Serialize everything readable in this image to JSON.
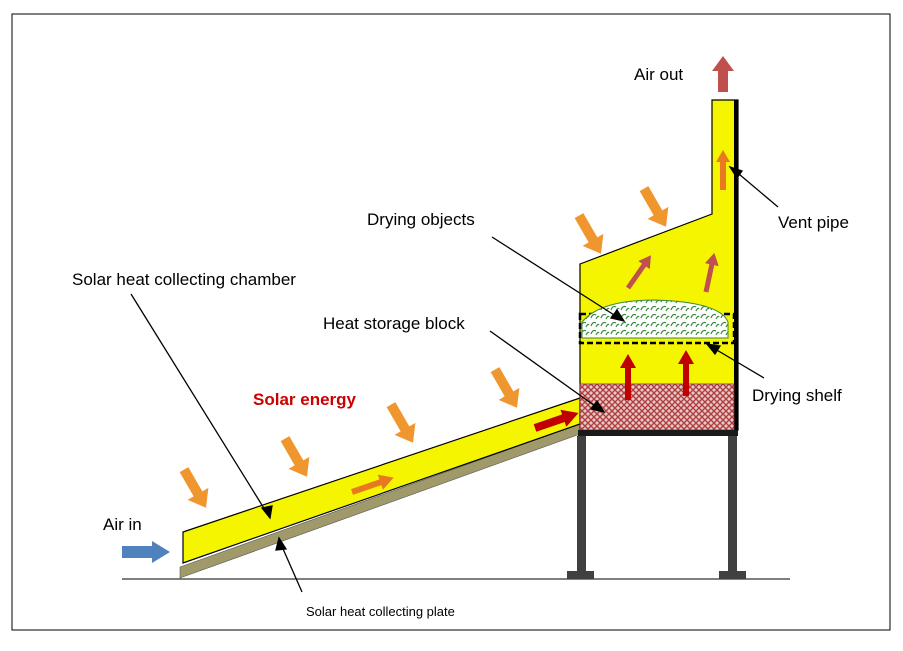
{
  "labels": {
    "air_in": "Air in",
    "air_out": "Air out",
    "vent_pipe": "Vent pipe",
    "drying_objects": "Drying objects",
    "heat_storage_block": "Heat storage block",
    "drying_shelf": "Drying shelf",
    "solar_heat_collecting_chamber": "Solar heat collecting chamber",
    "solar_energy": "Solar energy",
    "solar_heat_collecting_plate": "Solar heat collecting plate"
  },
  "colors": {
    "chamber_fill": "#f5f500",
    "sun_arrow": "#f0962e",
    "air_in_arrow": "#4f81bd",
    "air_out_arrow": "#c0504d",
    "heat_arrow": "#c00000",
    "warm_arrow": "#c0504d",
    "plate": "#a09a6a",
    "solar_energy_text": "#cc0000",
    "stand": "#404040",
    "storage_block": "#b04040",
    "drying_objects": "#3a8a3a"
  }
}
